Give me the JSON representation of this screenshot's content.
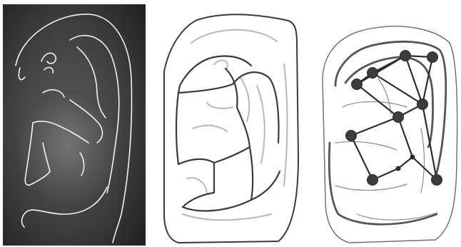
{
  "figure": {
    "panels": [
      {
        "name": "edge-detected-ear-photo",
        "style": "grayscale photo with white edge curves"
      },
      {
        "name": "segmented-ear-line-drawing",
        "style": "dark region boundaries with light gray edges"
      },
      {
        "name": "ear-graph-model",
        "style": "line drawing with graph nodes and edges"
      }
    ],
    "colors": {
      "photo_dark": "#2a2a2a",
      "photo_mid": "#6e6e6e",
      "edge_white": "#f2f2f2",
      "outline_dark": "#3a3a3a",
      "edge_gray": "#b8b8b8",
      "graph_node": "#3c3c3c",
      "graph_edge": "#2e2e2e"
    },
    "graph": {
      "node_count": 11,
      "edge_count": 16
    }
  }
}
